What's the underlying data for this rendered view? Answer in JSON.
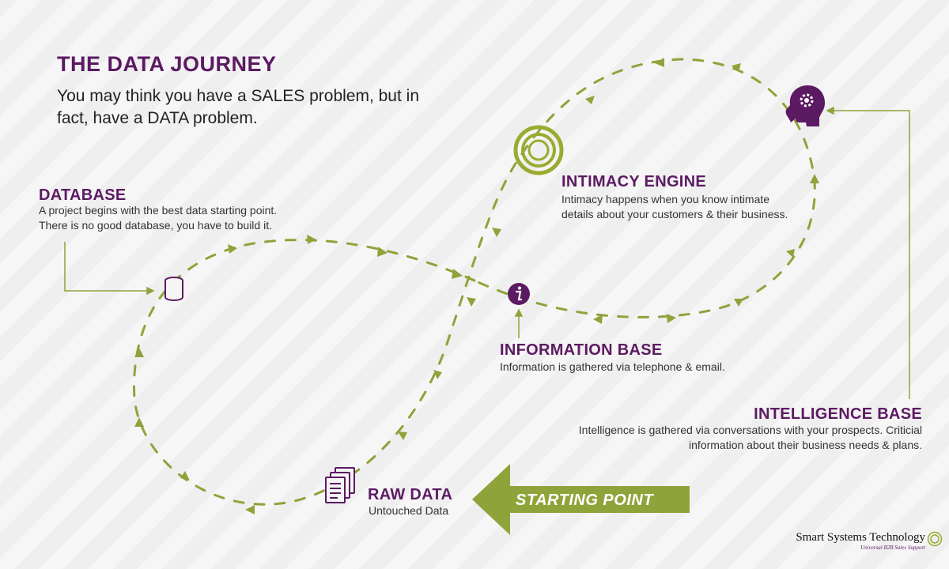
{
  "title": "THE DATA JOURNEY",
  "subtitle": "You may think you have a SALES problem, but in fact, have a DATA problem.",
  "stages": {
    "database": {
      "heading": "DATABASE",
      "description": "A project begins with the best data starting point. There is no good database, you have to build it.",
      "icon": "database-icon"
    },
    "intimacy_engine": {
      "heading": "INTIMACY ENGINE",
      "description": "Intimacy happens when you know intimate details about your customers & their business.",
      "icon": "target-rings-icon"
    },
    "information_base": {
      "heading": "INFORMATION BASE",
      "description": "Information is gathered via telephone & email.",
      "icon": "info-icon"
    },
    "intelligence_base": {
      "heading": "INTELLIGENCE BASE",
      "description": "Intelligence is gathered via conversations with your prospects. Criticial information about their business needs & plans.",
      "icon": "head-gear-icon"
    },
    "raw_data": {
      "heading": "RAW DATA",
      "description": "Untouched Data",
      "icon": "documents-icon"
    }
  },
  "start_label": "STARTING POINT",
  "logo": {
    "name": "Smart Systems Technology",
    "tagline": "Universal B2B Sales Support"
  },
  "colors": {
    "purple": "#5c1a62",
    "green": "#8fa33a",
    "text": "#222222",
    "background": "#f5f5f5"
  }
}
